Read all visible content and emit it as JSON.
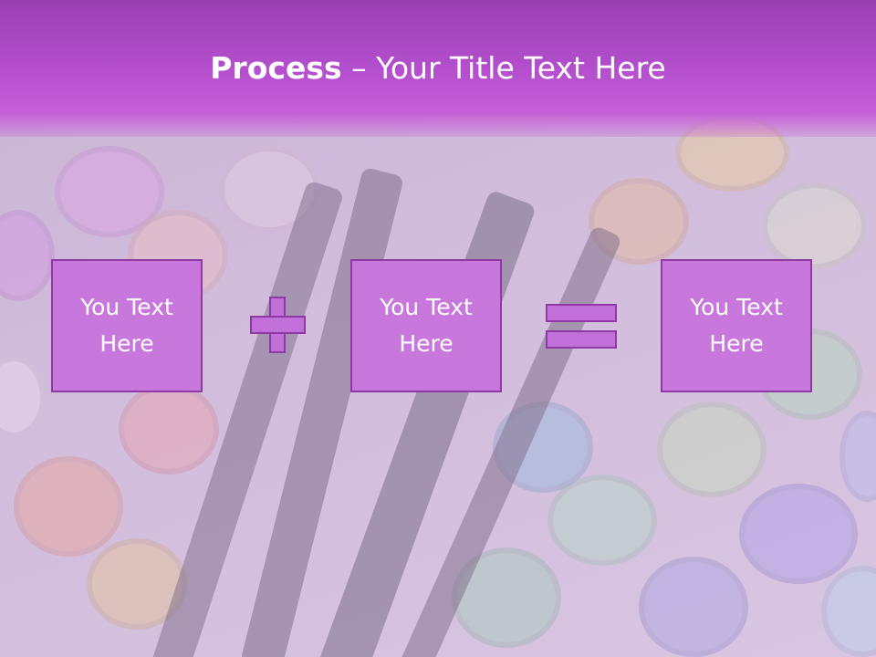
{
  "slide": {
    "title_bold": "Process",
    "title_rest": " – Your Title Text Here"
  },
  "boxes": [
    {
      "line1": "You Text",
      "line2": "Here"
    },
    {
      "line1": "You Text",
      "line2": "Here"
    },
    {
      "line1": "You Text",
      "line2": "Here"
    }
  ],
  "colors": {
    "header": "#b650cf",
    "box_fill": "#c878dc",
    "box_border": "#8d3aa5",
    "text": "#ffffff"
  }
}
